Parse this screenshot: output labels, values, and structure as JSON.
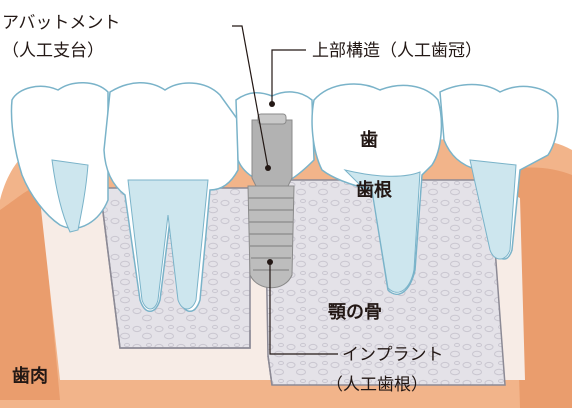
{
  "labels": {
    "abutment_line1": "アバットメント",
    "abutment_line2": "（人工支台）",
    "crown": "上部構造（人工歯冠）",
    "tooth": "歯",
    "root": "歯根",
    "jawbone": "顎の骨",
    "gum": "歯肉",
    "implant_line1": "インプラント",
    "implant_line2": "（人工歯根）"
  },
  "colors": {
    "tooth": "#ffffff",
    "tooth_outline": "#7ab3c9",
    "root": "#cde6ee",
    "gum": "#f2b48a",
    "gum_dark": "#e48a55",
    "bone": "#e6e4ea",
    "bone_outline": "#8c8a95",
    "implant": "#b2b2b2",
    "leader": "#231815"
  }
}
